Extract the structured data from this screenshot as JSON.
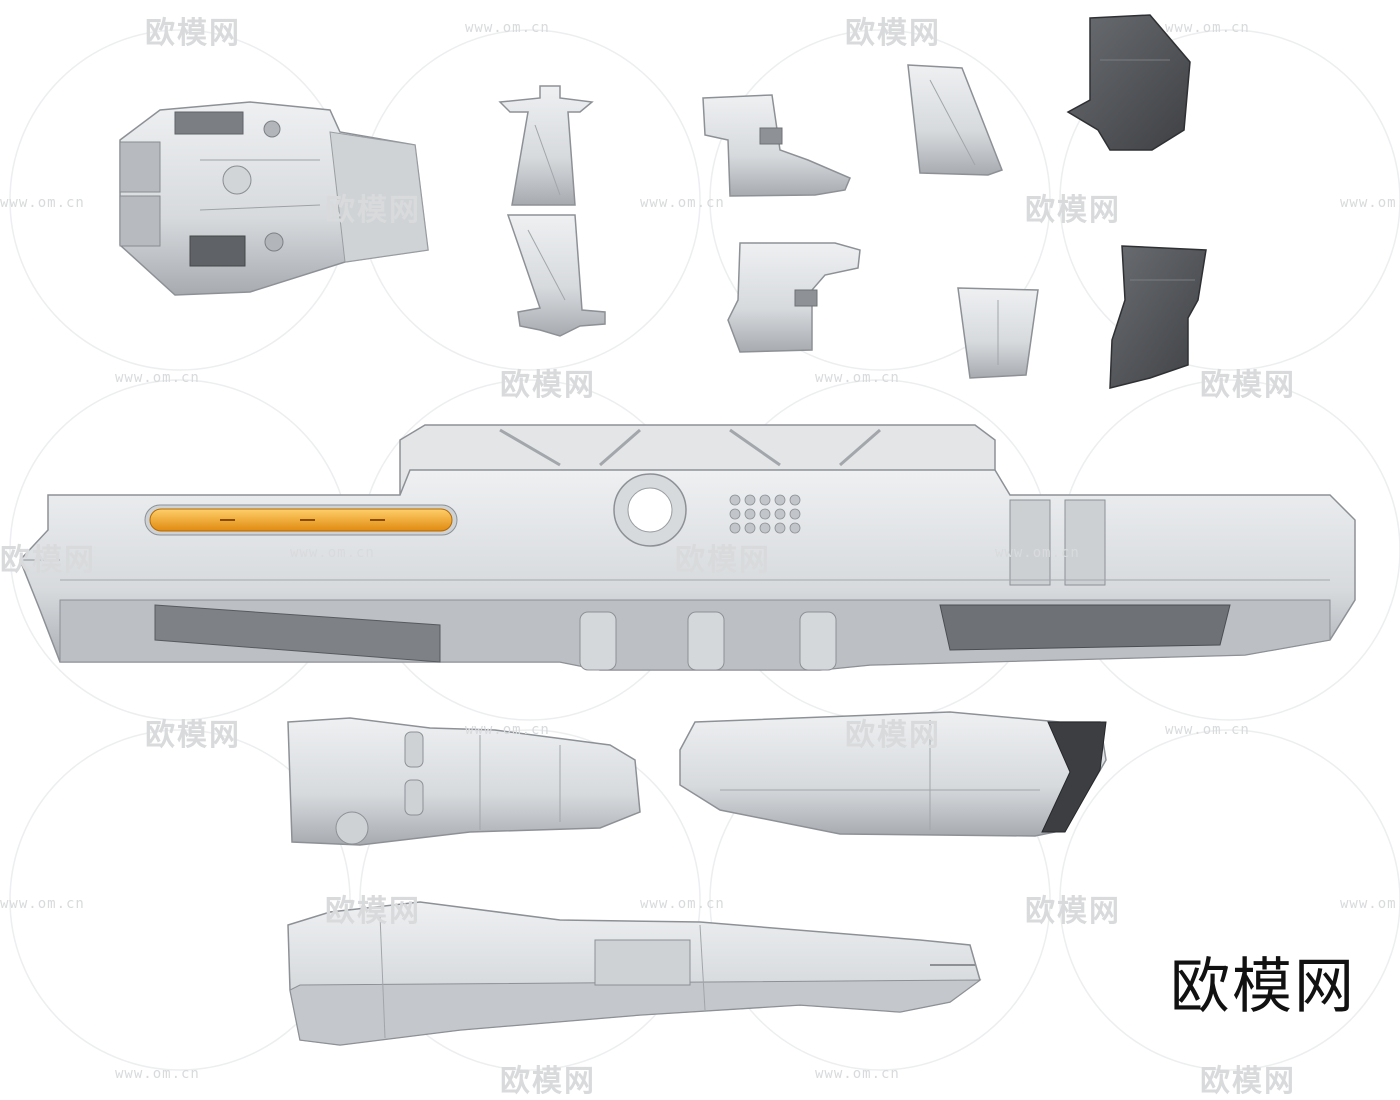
{
  "watermark": {
    "logo_text": "欧模网",
    "url_text": "www.om.cn"
  },
  "brand_text": "欧模网",
  "colors": {
    "hull_light": "#e4e6e8",
    "hull_mid": "#cfd2d5",
    "hull_shadow": "#9ea2a6",
    "hull_dark": "#55585c",
    "panel_dark": "#4a4c50",
    "accent_orange": "#f0a020"
  }
}
